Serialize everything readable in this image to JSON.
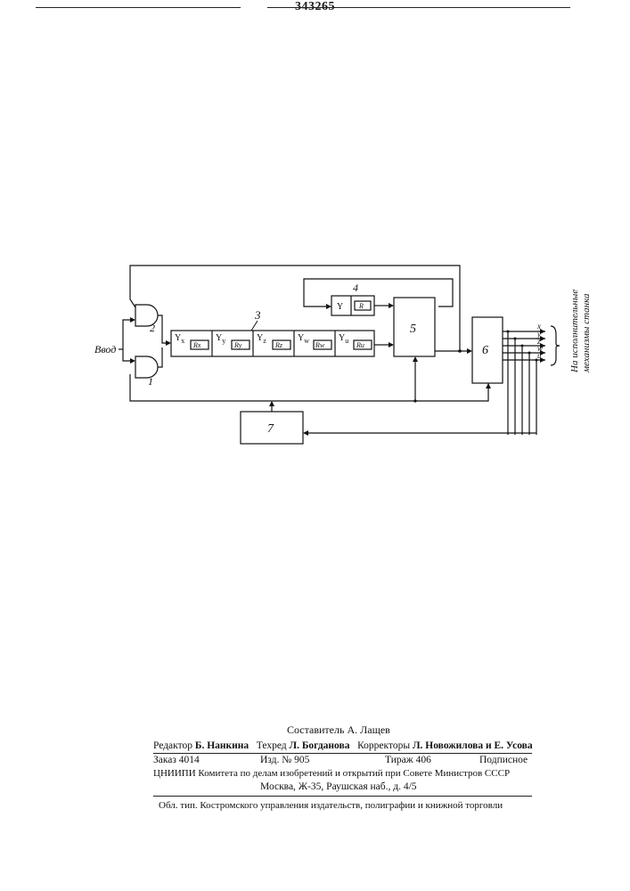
{
  "patent_number": "343265",
  "diagram": {
    "input_label": "Ввод",
    "output_label_line1": "На исполнительные",
    "output_label_line2": "механизмы станка",
    "blocks": {
      "gate_1": "1",
      "gate_2": "2",
      "register": "3",
      "block_4": "4",
      "block_5": "5",
      "block_6": "6",
      "block_7": "7"
    },
    "register_cells": [
      {
        "y": "Y",
        "sub": "x",
        "r": "R",
        "rsub": "x"
      },
      {
        "y": "Y",
        "sub": "y",
        "r": "R",
        "rsub": "y"
      },
      {
        "y": "Y",
        "sub": "z",
        "r": "R",
        "rsub": "z"
      },
      {
        "y": "Y",
        "sub": "w",
        "r": "R",
        "rsub": "w"
      },
      {
        "y": "Y",
        "sub": "u",
        "r": "R",
        "rsub": "u"
      }
    ],
    "block_4_cell": {
      "y": "Y",
      "r": "R"
    },
    "output_axes": [
      "x",
      "y",
      "z",
      "w",
      "u"
    ]
  },
  "footer": {
    "compiler": "Составитель А. Лащев",
    "editor_label": "Редактор",
    "editor": "Б. Нанкина",
    "techred_label": "Техред",
    "techred": "Л. Богданова",
    "correctors_label": "Корректоры",
    "correctors": "Л. Новожилова и Е. Усова",
    "order": "Заказ 4014",
    "edition": "Изд. № 905",
    "circulation": "Тираж 406",
    "subscription": "Подписное",
    "institute": "ЦНИИПИ Комитета по делам изобретений и открытий при Совете Министров СССР",
    "address": "Москва, Ж-35, Раушская наб., д. 4/5",
    "printing": "Обл. тип. Костромского управления издательств, полиграфии и книжной торговли"
  }
}
